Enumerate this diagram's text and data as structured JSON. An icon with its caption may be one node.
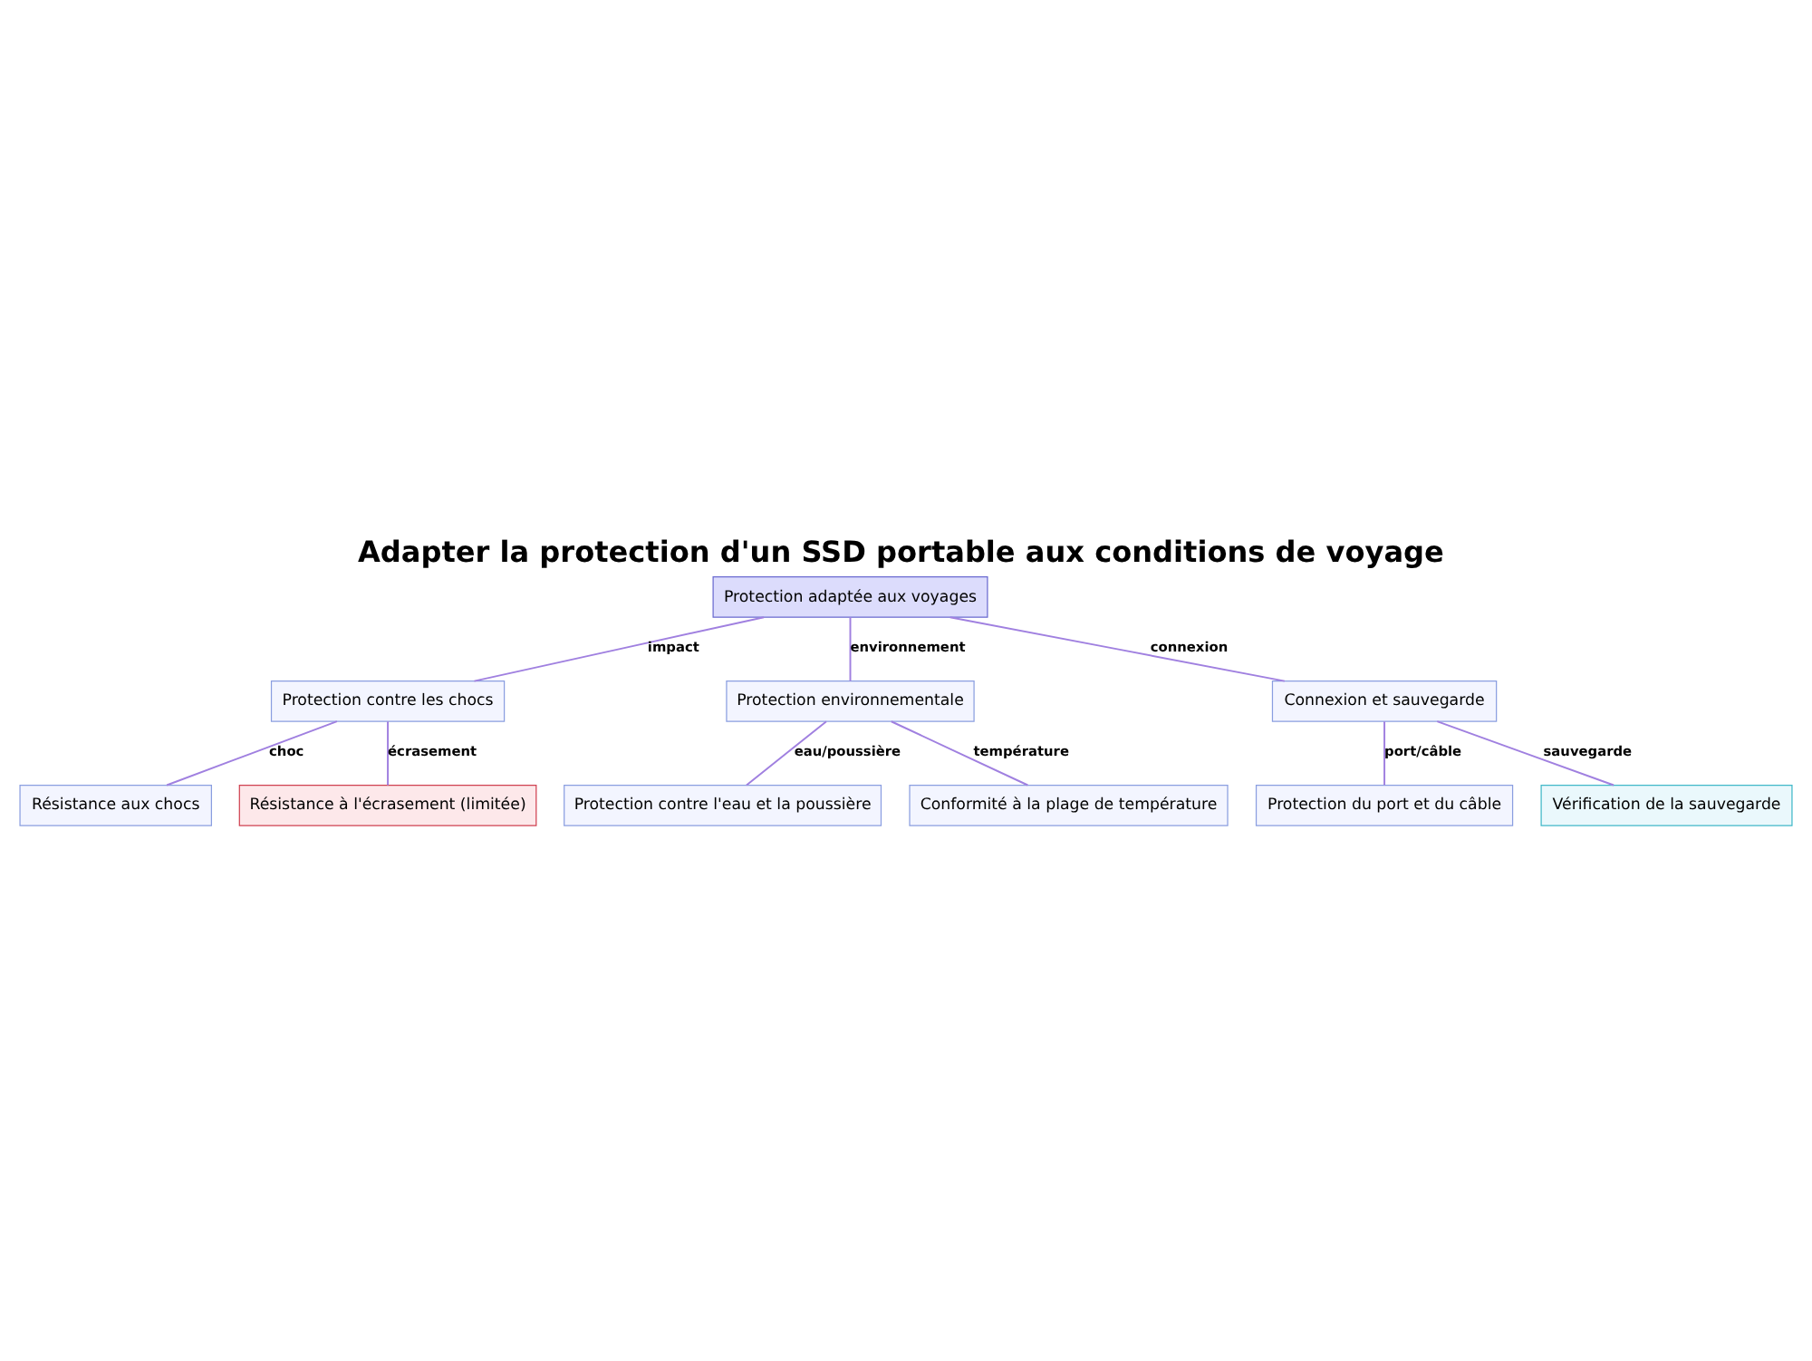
{
  "diagram": {
    "title": "Adapter la protection d'un SSD portable aux conditions de voyage",
    "nodes": [
      {
        "text": [
          "Protection adaptée aux voyages"
        ]
      },
      {
        "text": [
          "Protection contre les chocs"
        ]
      },
      {
        "text": [
          "Protection environnementale"
        ]
      },
      {
        "text": [
          "Connexion et sauvegarde"
        ]
      },
      {
        "text": [
          "Résistance aux chocs"
        ]
      },
      {
        "text": [
          "Résistance à l'écrasement (limitée)"
        ]
      },
      {
        "text": [
          "Protection contre l'eau et la poussière"
        ]
      },
      {
        "text": [
          "Conformité à la plage de température"
        ]
      },
      {
        "text": [
          "Protection du port et du câble"
        ]
      },
      {
        "text": [
          "Vérification de la sauvegarde"
        ]
      }
    ],
    "edges": [
      {
        "from": 0,
        "to": 1,
        "arrow": "none",
        "label": "impact"
      },
      {
        "from": 0,
        "to": 2,
        "arrow": "none",
        "label": "environnement"
      },
      {
        "from": 0,
        "to": 3,
        "arrow": "none",
        "label": "connexion"
      },
      {
        "from": 1,
        "to": 4,
        "arrow": "none",
        "label": "choc"
      },
      {
        "from": 1,
        "to": 5,
        "arrow": "none",
        "label": "écrasement"
      },
      {
        "from": 2,
        "to": 6,
        "arrow": "none",
        "label": "eau/poussière"
      },
      {
        "from": 2,
        "to": 7,
        "arrow": "none",
        "label": "température"
      },
      {
        "from": 3,
        "to": 8,
        "arrow": "none",
        "label": "port/câble"
      },
      {
        "from": 3,
        "to": 9,
        "arrow": "none",
        "label": "sauvegarde"
      }
    ]
  }
}
